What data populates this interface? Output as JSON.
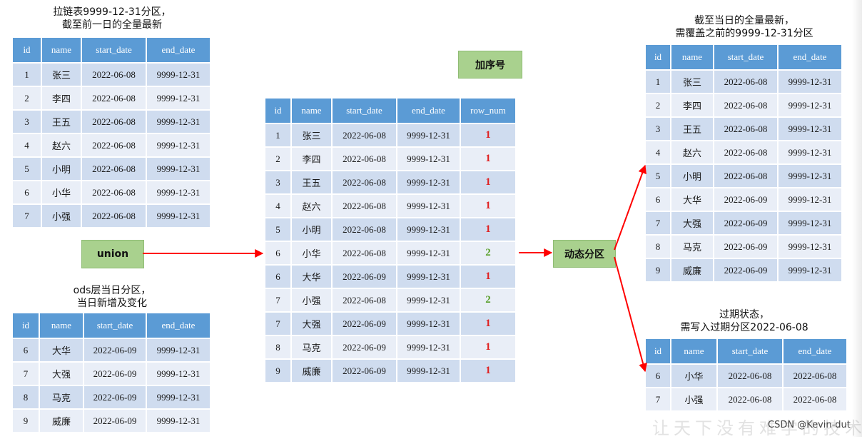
{
  "captions": {
    "left_top": [
      "拉链表9999-12-31分区，",
      "截至前一日的全量最新"
    ],
    "left_bottom": [
      "ods层当日分区，",
      "当日新增及变化"
    ],
    "right_top": [
      "截至当日的全量最新，",
      "需覆盖之前的9999-12-31分区"
    ],
    "right_bottom": [
      "过期状态，",
      "需写入过期分区2022-06-08"
    ]
  },
  "labels": {
    "union": "union",
    "add_seq": "加序号",
    "dynamic_partition": "动态分区"
  },
  "tables": {
    "zipper": {
      "columns": [
        "id",
        "name",
        "start_date",
        "end_date"
      ],
      "rows": [
        [
          "1",
          "张三",
          "2022-06-08",
          "9999-12-31"
        ],
        [
          "2",
          "李四",
          "2022-06-08",
          "9999-12-31"
        ],
        [
          "3",
          "王五",
          "2022-06-08",
          "9999-12-31"
        ],
        [
          "4",
          "赵六",
          "2022-06-08",
          "9999-12-31"
        ],
        [
          "5",
          "小明",
          "2022-06-08",
          "9999-12-31"
        ],
        [
          "6",
          "小华",
          "2022-06-08",
          "9999-12-31"
        ],
        [
          "7",
          "小强",
          "2022-06-08",
          "9999-12-31"
        ]
      ]
    },
    "ods": {
      "columns": [
        "id",
        "name",
        "start_date",
        "end_date"
      ],
      "rows": [
        [
          "6",
          "大华",
          "2022-06-09",
          "9999-12-31"
        ],
        [
          "7",
          "大强",
          "2022-06-09",
          "9999-12-31"
        ],
        [
          "8",
          "马克",
          "2022-06-09",
          "9999-12-31"
        ],
        [
          "9",
          "威廉",
          "2022-06-09",
          "9999-12-31"
        ]
      ]
    },
    "merged": {
      "columns": [
        "id",
        "name",
        "start_date",
        "end_date",
        "row_num"
      ],
      "rows": [
        [
          "1",
          "张三",
          "2022-06-08",
          "9999-12-31",
          "1"
        ],
        [
          "2",
          "李四",
          "2022-06-08",
          "9999-12-31",
          "1"
        ],
        [
          "3",
          "王五",
          "2022-06-08",
          "9999-12-31",
          "1"
        ],
        [
          "4",
          "赵六",
          "2022-06-08",
          "9999-12-31",
          "1"
        ],
        [
          "5",
          "小明",
          "2022-06-08",
          "9999-12-31",
          "1"
        ],
        [
          "6",
          "小华",
          "2022-06-08",
          "9999-12-31",
          "2"
        ],
        [
          "6",
          "大华",
          "2022-06-09",
          "9999-12-31",
          "1"
        ],
        [
          "7",
          "小强",
          "2022-06-08",
          "9999-12-31",
          "2"
        ],
        [
          "7",
          "大强",
          "2022-06-09",
          "9999-12-31",
          "1"
        ],
        [
          "8",
          "马克",
          "2022-06-09",
          "9999-12-31",
          "1"
        ],
        [
          "9",
          "威廉",
          "2022-06-09",
          "9999-12-31",
          "1"
        ]
      ]
    },
    "latest": {
      "columns": [
        "id",
        "name",
        "start_date",
        "end_date"
      ],
      "rows": [
        [
          "1",
          "张三",
          "2022-06-08",
          "9999-12-31"
        ],
        [
          "2",
          "李四",
          "2022-06-08",
          "9999-12-31"
        ],
        [
          "3",
          "王五",
          "2022-06-08",
          "9999-12-31"
        ],
        [
          "4",
          "赵六",
          "2022-06-08",
          "9999-12-31"
        ],
        [
          "5",
          "小明",
          "2022-06-08",
          "9999-12-31"
        ],
        [
          "6",
          "大华",
          "2022-06-09",
          "9999-12-31"
        ],
        [
          "7",
          "大强",
          "2022-06-09",
          "9999-12-31"
        ],
        [
          "8",
          "马克",
          "2022-06-09",
          "9999-12-31"
        ],
        [
          "9",
          "威廉",
          "2022-06-09",
          "9999-12-31"
        ]
      ]
    },
    "expired": {
      "columns": [
        "id",
        "name",
        "start_date",
        "end_date"
      ],
      "rows": [
        [
          "6",
          "小华",
          "2022-06-08",
          "2022-06-08"
        ],
        [
          "7",
          "小强",
          "2022-06-08",
          "2022-06-08"
        ]
      ]
    }
  },
  "colors": {
    "header": "#5b9bd5",
    "row_odd": "#cfdcef",
    "row_even": "#e9eef7",
    "label_box": "#a9d18e",
    "arrow": "#ff0000",
    "row_num_1": "#e02020",
    "row_num_2": "#5aa02c"
  },
  "watermark": "让天下没有难学的技术",
  "credit": "CSDN @Kevin-dut"
}
